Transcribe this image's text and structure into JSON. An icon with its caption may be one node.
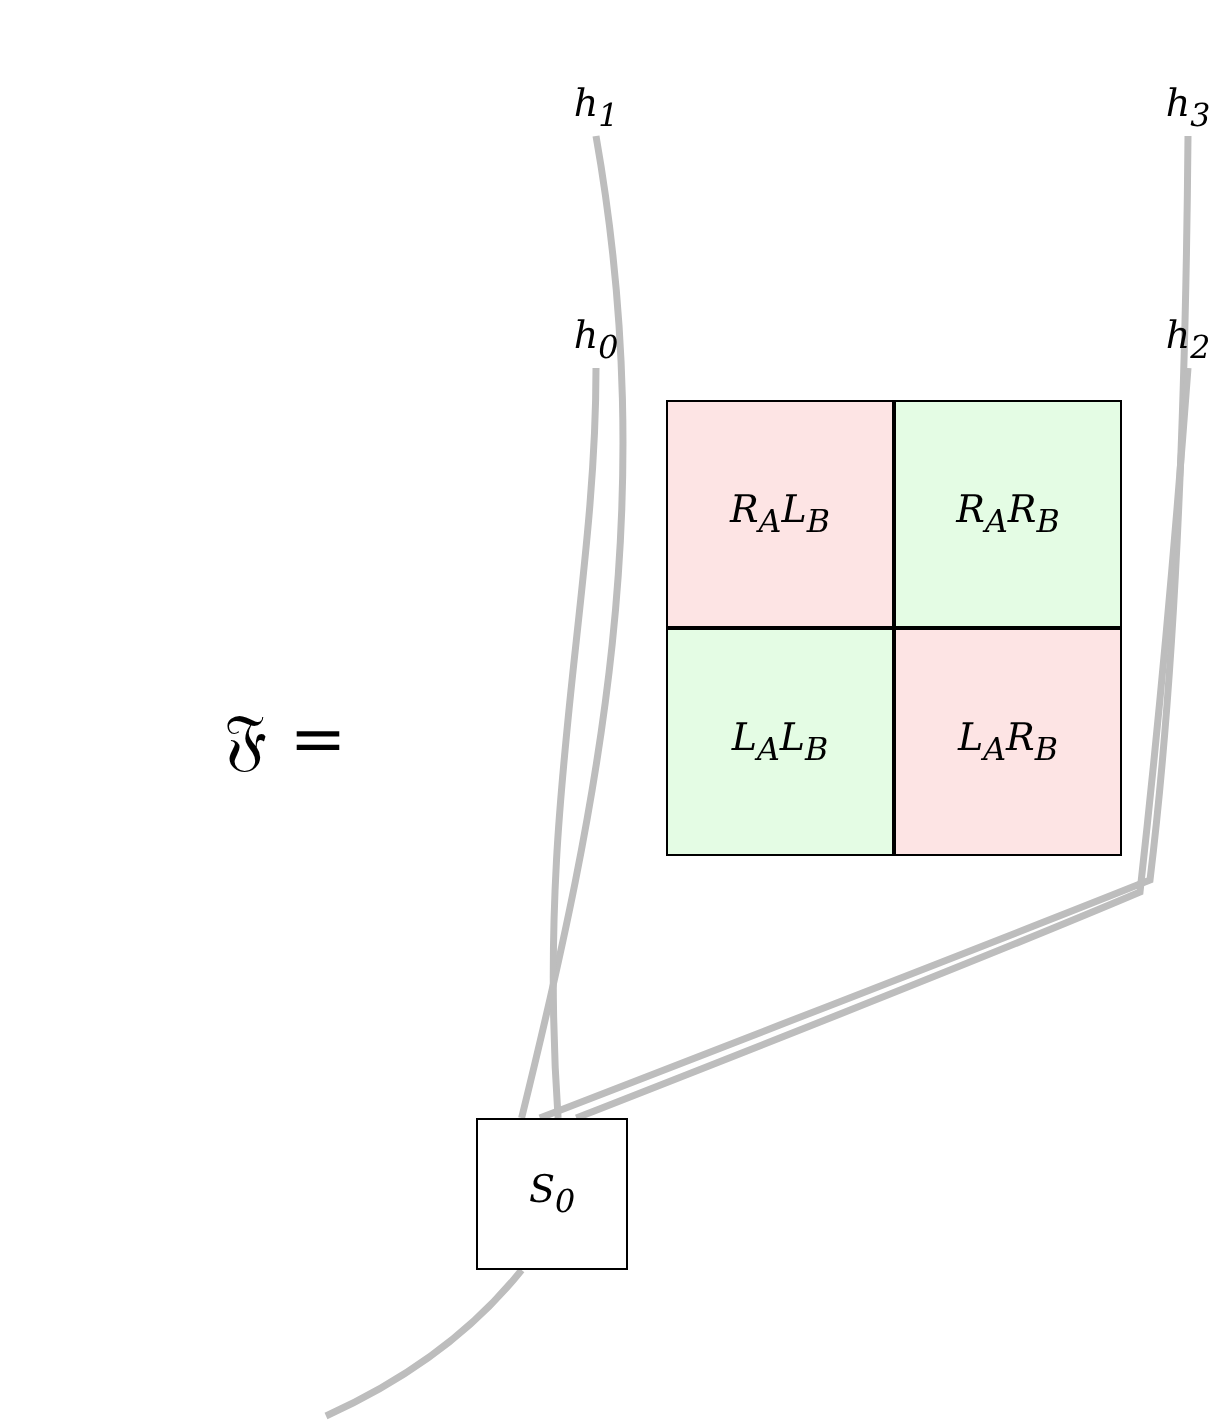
{
  "diagram": {
    "nodes": [
      {
        "text": [
          "h$_{1}$"
        ]
      },
      {
        "text": [
          "h$_{3}$"
        ]
      },
      {
        "text": [
          "h$_{0}$"
        ]
      },
      {
        "text": [
          "h$_{2}$"
        ]
      },
      {
        "text": [
          "R$_{A}$L$_{B}$"
        ]
      },
      {
        "text": [
          "R$_{A}$R$_{B}$"
        ]
      },
      {
        "text": [
          "L$_{A}$L$_{B}$"
        ]
      },
      {
        "text": [
          "L$_{A}$R$_{B}$"
        ]
      },
      {
        "text": [
          "S$_{0}$"
        ]
      }
    ],
    "edges": [
      {
        "from": 8,
        "to": 0,
        "arrow": "none"
      },
      {
        "from": 8,
        "to": 1,
        "arrow": "none"
      },
      {
        "from": 8,
        "to": 2,
        "arrow": "none"
      },
      {
        "from": 8,
        "to": 3,
        "arrow": "none"
      },
      {
        "from": null,
        "to": 8,
        "arrow": "none"
      }
    ],
    "labels": [
      "𝔉 ="
    ]
  }
}
